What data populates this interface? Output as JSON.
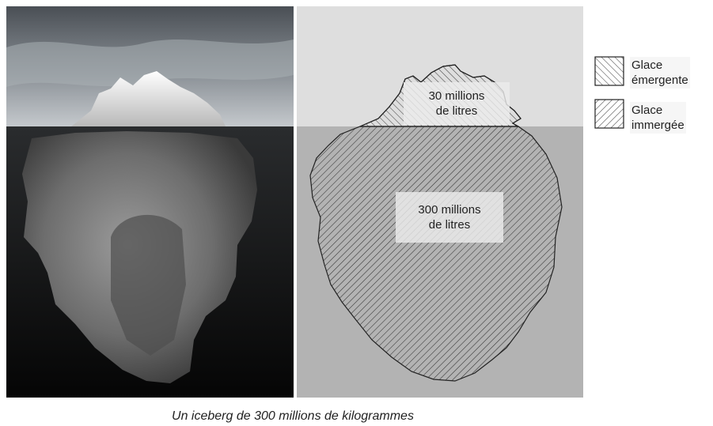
{
  "diagram": {
    "emerged_volume": {
      "line1": "30 millions",
      "line2": "de litres"
    },
    "immersed_volume": {
      "line1": "300 millions",
      "line2": "de litres"
    }
  },
  "legend": {
    "emerged": {
      "line1": "Glace",
      "line2": "émergente"
    },
    "immersed": {
      "line1": "Glace",
      "line2": "immergée"
    }
  },
  "caption": "Un iceberg de 300 millions de kilogrammes",
  "colors": {
    "sky": "#dedede",
    "water": "#b3b3b3",
    "photo_sky": "#5f6468",
    "photo_water": "#161616",
    "hatch": "#3a3a3a"
  }
}
